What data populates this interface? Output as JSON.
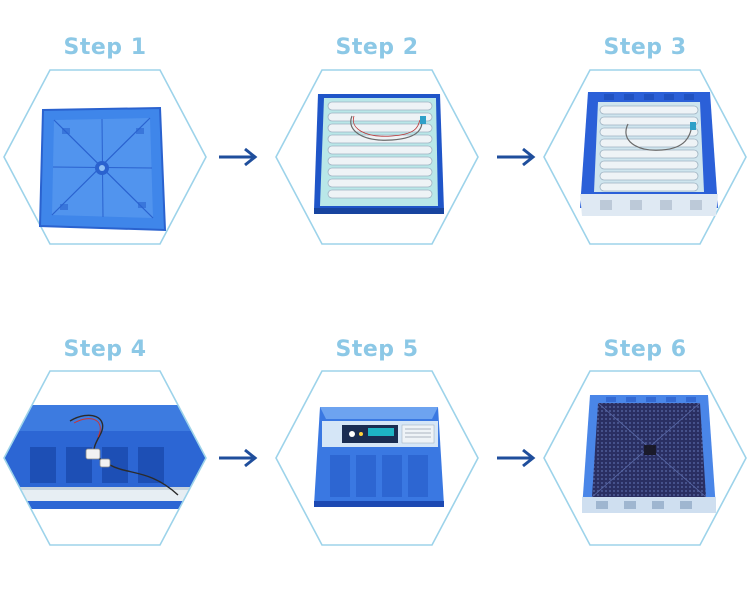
{
  "steps": [
    {
      "label": "Step 1"
    },
    {
      "label": "Step 2"
    },
    {
      "label": "Step 3"
    },
    {
      "label": "Step 4"
    },
    {
      "label": "Step 5"
    },
    {
      "label": "Step 6"
    }
  ],
  "colors": {
    "title": "#8cc8e6",
    "hex_outline": "#9dd3ea",
    "arrow": "#1f4e9c",
    "tray_blue": "#3f7fe0",
    "tray_dark": "#1e55c8",
    "roller_white": "#eef3f6"
  }
}
